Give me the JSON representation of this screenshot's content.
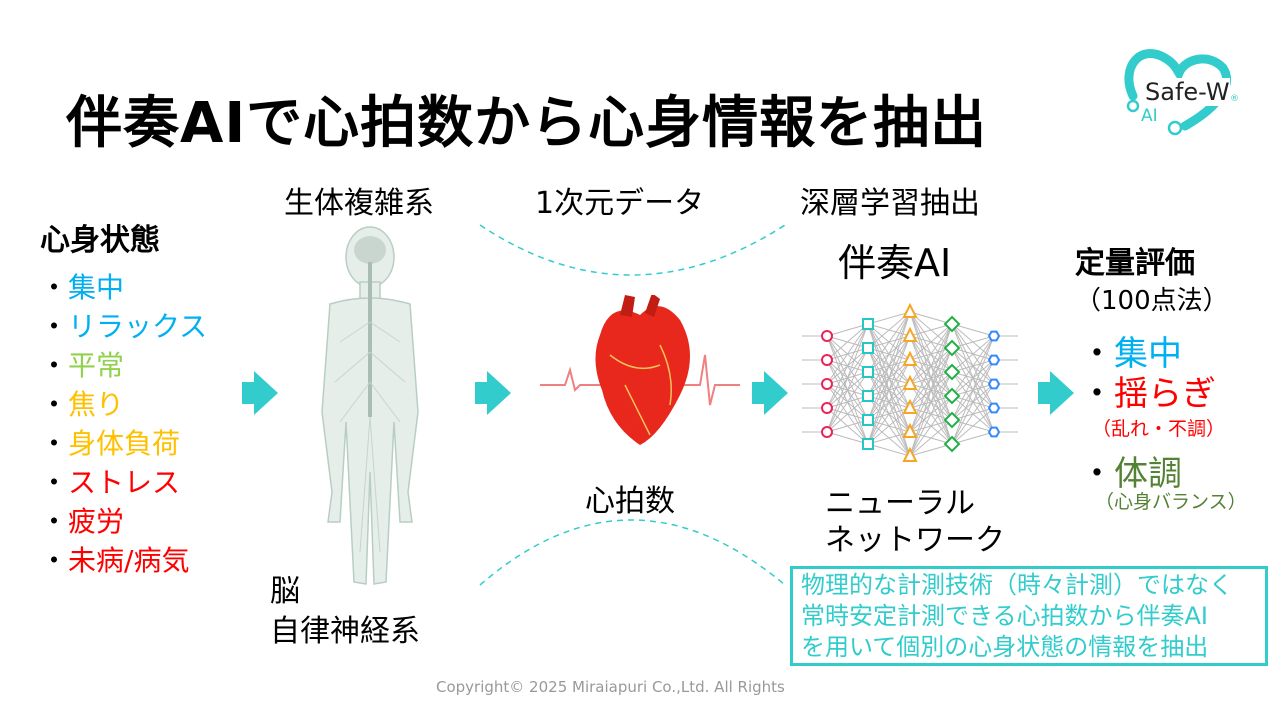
{
  "title": "伴奏AIで心拍数から心身情報を抽出",
  "logo": {
    "text": "Safe-W",
    "sub": "AI",
    "mark": "®",
    "color": "#33cccc"
  },
  "left": {
    "heading": "心身状態",
    "items": [
      {
        "label": "集中",
        "color": "#00b0f0"
      },
      {
        "label": "リラックス",
        "color": "#00b0f0"
      },
      {
        "label": "平常",
        "color": "#92d050"
      },
      {
        "label": "焦り",
        "color": "#ffc000"
      },
      {
        "label": "身体負荷",
        "color": "#ffc000"
      },
      {
        "label": "ストレス",
        "color": "#ff0000"
      },
      {
        "label": "疲労",
        "color": "#ff0000"
      },
      {
        "label": "未病/病気",
        "color": "#ff0000"
      }
    ]
  },
  "body_section": {
    "heading": "生体複雑系",
    "caption_1": "脳",
    "caption_2": "自律神経系"
  },
  "heart_section": {
    "heading": "1次元データ",
    "caption": "心拍数"
  },
  "ai_section": {
    "heading": "深層学習抽出",
    "subheading": "伴奏AI",
    "caption_1": "ニューラル",
    "caption_2": "ネットワーク"
  },
  "right": {
    "heading": "定量評価",
    "subheading": "（100点法）",
    "items": [
      {
        "label": "集中",
        "color": "#00b0f0",
        "sub": ""
      },
      {
        "label": "揺らぎ",
        "color": "#ff0000",
        "sub": "（乱れ・不調）"
      },
      {
        "label": "体調",
        "color": "#548235",
        "sub": "（心身バランス）"
      }
    ]
  },
  "note": {
    "lines": [
      "物理的な計測技術（時々計測）ではなく",
      "常時安定計測できる心拍数から伴奏AI",
      "を用いて個別の心身状態の情報を抽出"
    ]
  },
  "footer": "Copyright© 2025 Miraiapuri Co.,Ltd. All Rights",
  "colors": {
    "accent": "#33cccc"
  }
}
